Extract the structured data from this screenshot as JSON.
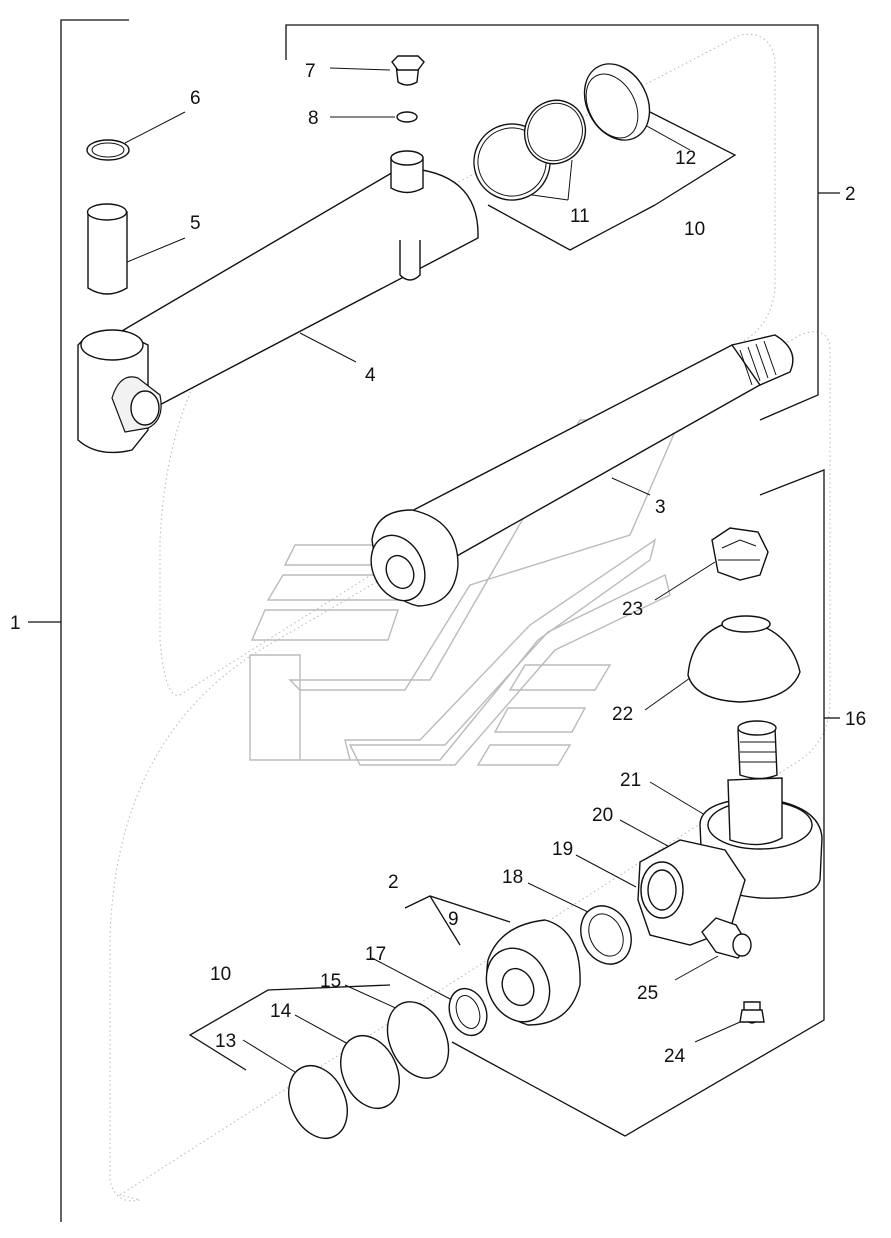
{
  "labels": {
    "l1": "1",
    "l2a": "2",
    "l2b": "2",
    "l3": "3",
    "l4": "4",
    "l5": "5",
    "l6": "6",
    "l7": "7",
    "l8": "8",
    "l9": "9",
    "l10a": "10",
    "l10b": "10",
    "l11": "11",
    "l12": "12",
    "l13": "13",
    "l14": "14",
    "l15": "15",
    "l16": "16",
    "l17": "17",
    "l18": "18",
    "l19": "19",
    "l20": "20",
    "l21": "21",
    "l22": "22",
    "l23": "23",
    "l24": "24",
    "l25": "25"
  }
}
